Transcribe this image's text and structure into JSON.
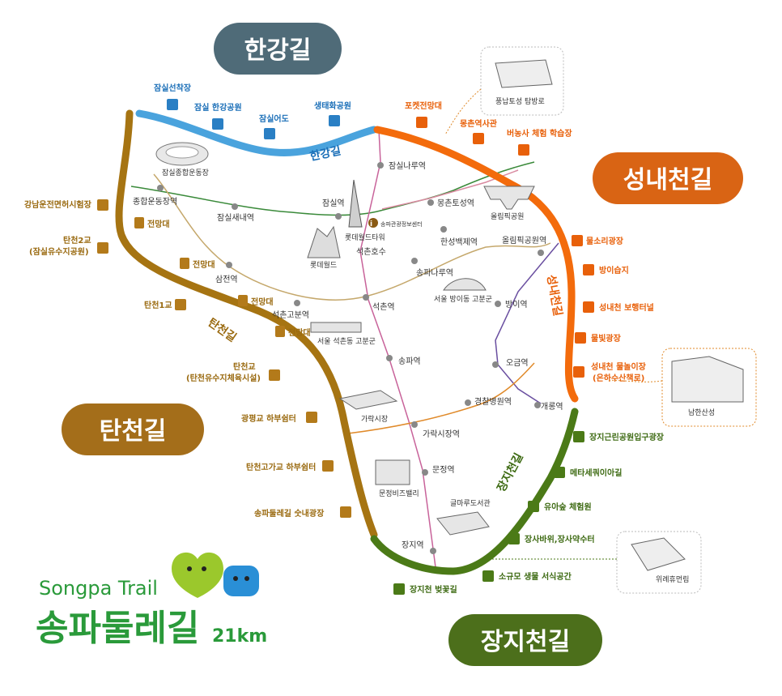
{
  "trails": {
    "hangang": {
      "name": "한강길",
      "path_label": "한강길",
      "color": "#4aa3dd",
      "pill_color": "#4f6b78"
    },
    "seongnae": {
      "name": "성내천길",
      "path_label": "성내천길",
      "color": "#f36b0c",
      "pill_color": "#d96414"
    },
    "tancheon": {
      "name": "탄천길",
      "path_label": "탄천길",
      "color": "#a67412",
      "pill_color": "#a46e1a"
    },
    "jangji": {
      "name": "장지천길",
      "path_label": "장지천길",
      "color": "#4b7a17",
      "pill_color": "#4c6f1b"
    }
  },
  "logo": {
    "english": "Songpa Trail",
    "korean": "송파둘레길",
    "distance": "21km",
    "color": "#2a9a3a"
  },
  "stations": [
    "잠실나루역",
    "잠실역",
    "몽촌토성역",
    "종합운동장역",
    "잠실새내역",
    "한성백제역",
    "올림픽공원역",
    "송파나루역",
    "삼전역",
    "석촌고분역",
    "석촌역",
    "방이역",
    "송파역",
    "오금역",
    "경찰병원역",
    "개롱역",
    "가락시장역",
    "문정역",
    "장지역"
  ],
  "landmarks": {
    "stadium": "잠실종합운동장",
    "lotte_tower": "롯데월드타워",
    "lotte_world": "롯데월드",
    "lake": "석촌호수",
    "info_center": "송파관광정보센터",
    "olympic_park": "올림픽공원",
    "bangi_tombs": "서울 방이동 고분군",
    "seokchon_tombs": "서울 석촌동 고분군",
    "garak_market": "가락시장",
    "munjeong_valley": "문정비즈밸리",
    "library": "글마루도서관"
  },
  "hangang_poi": [
    "잠실선착장",
    "잠실 한강공원",
    "잠실어도",
    "생태화공원"
  ],
  "tancheon_poi": [
    "강남운전면허시험장",
    "탄천2교",
    "(잠실유수지공원)",
    "전망대",
    "전망대",
    "탄천1교",
    "전망대",
    "전망대",
    "탄천교",
    "(탄천유수지체육시설)",
    "광평교 하부쉼터",
    "탄천고가교 하부쉼터",
    "송파둘레길 숫내광장"
  ],
  "seongnae_poi": [
    "포켓전망대",
    "몽촌역사관",
    "버농사 체험 학습장",
    "물소리광장",
    "방이습지",
    "성내천 보행터널",
    "물빛광장",
    "성내천 물놀이장",
    "(은하수산책로)"
  ],
  "jangji_poi": [
    "장지근린공원입구광장",
    "메타세쿼이아길",
    "유아숲 체험원",
    "장사바위,장사약수터",
    "소규모 생물 서식공간",
    "장지천 벚꽃길"
  ],
  "insets": {
    "pungnap": "풍납토성 탐방로",
    "namhansan": "남한산성",
    "wirye": "위례휴먼림"
  }
}
